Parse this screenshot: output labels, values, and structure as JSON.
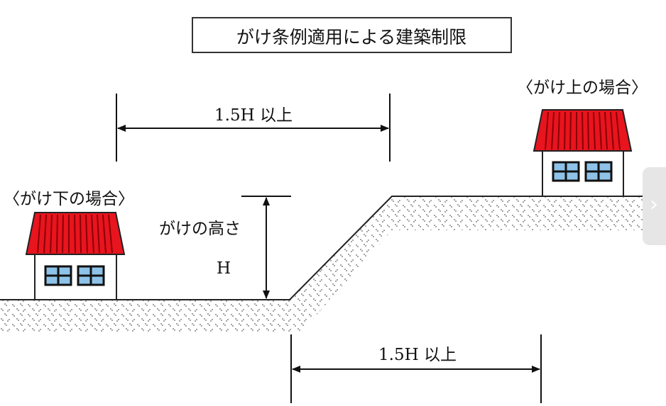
{
  "title": "がけ条例適用による建築制限",
  "label_above_case": "〈がけ上の場合〉",
  "label_below_case": "〈がけ下の場合〉",
  "upper_distance": "1.5H 以上",
  "lower_distance": "1.5H 以上",
  "cliff_height_label": "がけの高さ",
  "cliff_height_symbol": "H",
  "colors": {
    "roof": "#e8141e",
    "window": "#8ec2e8",
    "line": "#111111",
    "nav_bg": "#e6e6e6"
  },
  "nav": {
    "icon": "chevron-right-icon",
    "glyph": "›"
  }
}
